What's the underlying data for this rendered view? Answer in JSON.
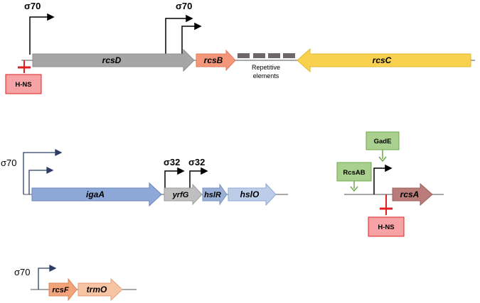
{
  "operon_rcsDBC": {
    "promoter_1": "σ70",
    "promoter_2": "σ70",
    "genes": [
      "rcsD",
      "rcsB",
      "rcsC"
    ],
    "repressor": "H-NS",
    "repeats_label_1": "Repetitive",
    "repeats_label_2": "elements"
  },
  "operon_igaA": {
    "promoter_1": "σ70",
    "promoter_2": "σ32",
    "promoter_3": "σ32",
    "genes": [
      "igaA",
      "yrfG",
      "hslR",
      "hslO"
    ]
  },
  "operon_rcsA": {
    "activator_1": "GadE",
    "activator_2": "RcsAB",
    "gene": "rcsA",
    "repressor": "H-NS"
  },
  "operon_rcsF": {
    "promoter_1": "σ70",
    "genes": [
      "rcsF",
      "trmO"
    ]
  },
  "colors": {
    "rcsD": "#a6a6a6",
    "rcsB": "#f4967a",
    "rcsC": "#f8d24f",
    "igaA": "#8ea8d8",
    "yrfG": "#bfbfbf",
    "hslR": "#9bb0d6",
    "hslO": "#bccde9",
    "rcsA": "#b97c78",
    "rcsF": "#f2a37a",
    "trmO": "#f7c4a4",
    "hns_fill": "#f7a3a6",
    "hns_line": "#e02020",
    "activator_fill": "#a9d08e",
    "activator_line": "#6fa84b",
    "repeat": "#6d6767"
  }
}
